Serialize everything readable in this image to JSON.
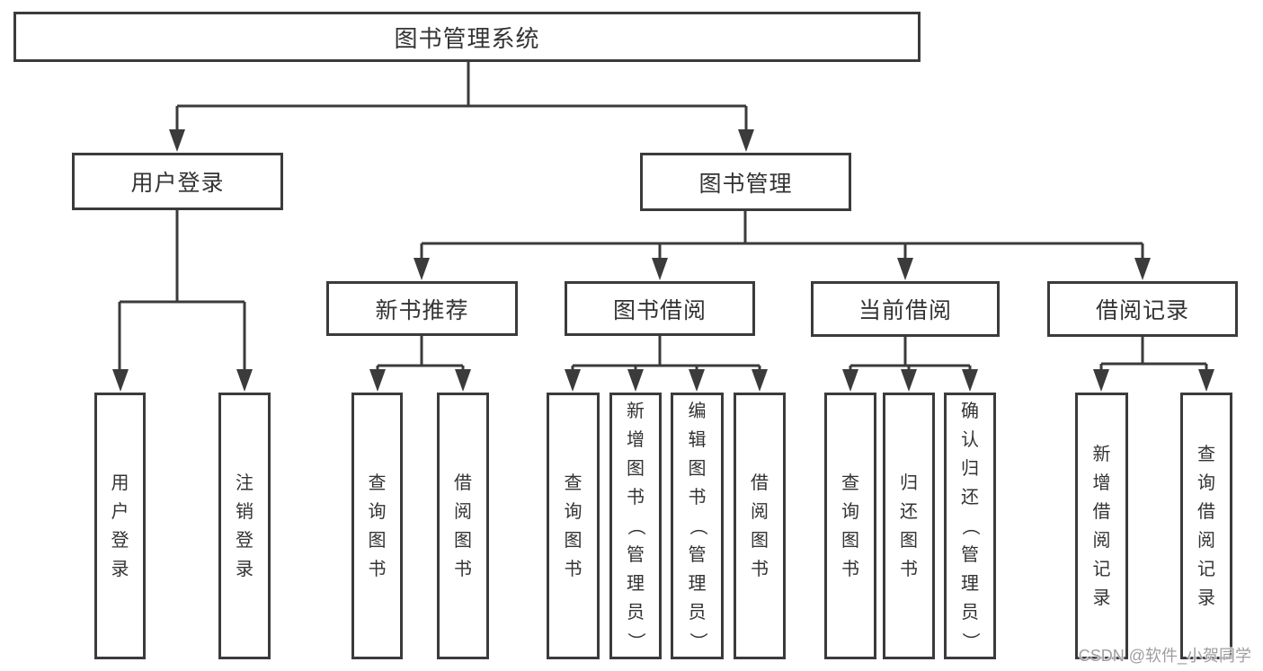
{
  "colors": {
    "line": "#3b3b3b",
    "box_border": "#3b3b3b",
    "text": "#333333",
    "watermark": "#9e9e9e",
    "background": "#ffffff"
  },
  "tree": {
    "root": "图书管理系统",
    "children": [
      {
        "label": "用户登录",
        "children": [
          "用户登录",
          "注销登录"
        ]
      },
      {
        "label": "图书管理",
        "children": [
          {
            "label": "新书推荐",
            "children": [
              "查询图书",
              "借阅图书"
            ]
          },
          {
            "label": "图书借阅",
            "children": [
              "查询图书",
              "新增图书（管理员）",
              "编辑图书（管理员）",
              "借阅图书"
            ]
          },
          {
            "label": "当前借阅",
            "children": [
              "查询图书",
              "归还图书",
              "确认归还（管理员）"
            ]
          },
          {
            "label": "借阅记录",
            "children": [
              "新增借阅记录",
              "查询借阅记录"
            ]
          }
        ]
      }
    ]
  },
  "watermark": {
    "text": "CSDN @软件_小贺同学"
  }
}
